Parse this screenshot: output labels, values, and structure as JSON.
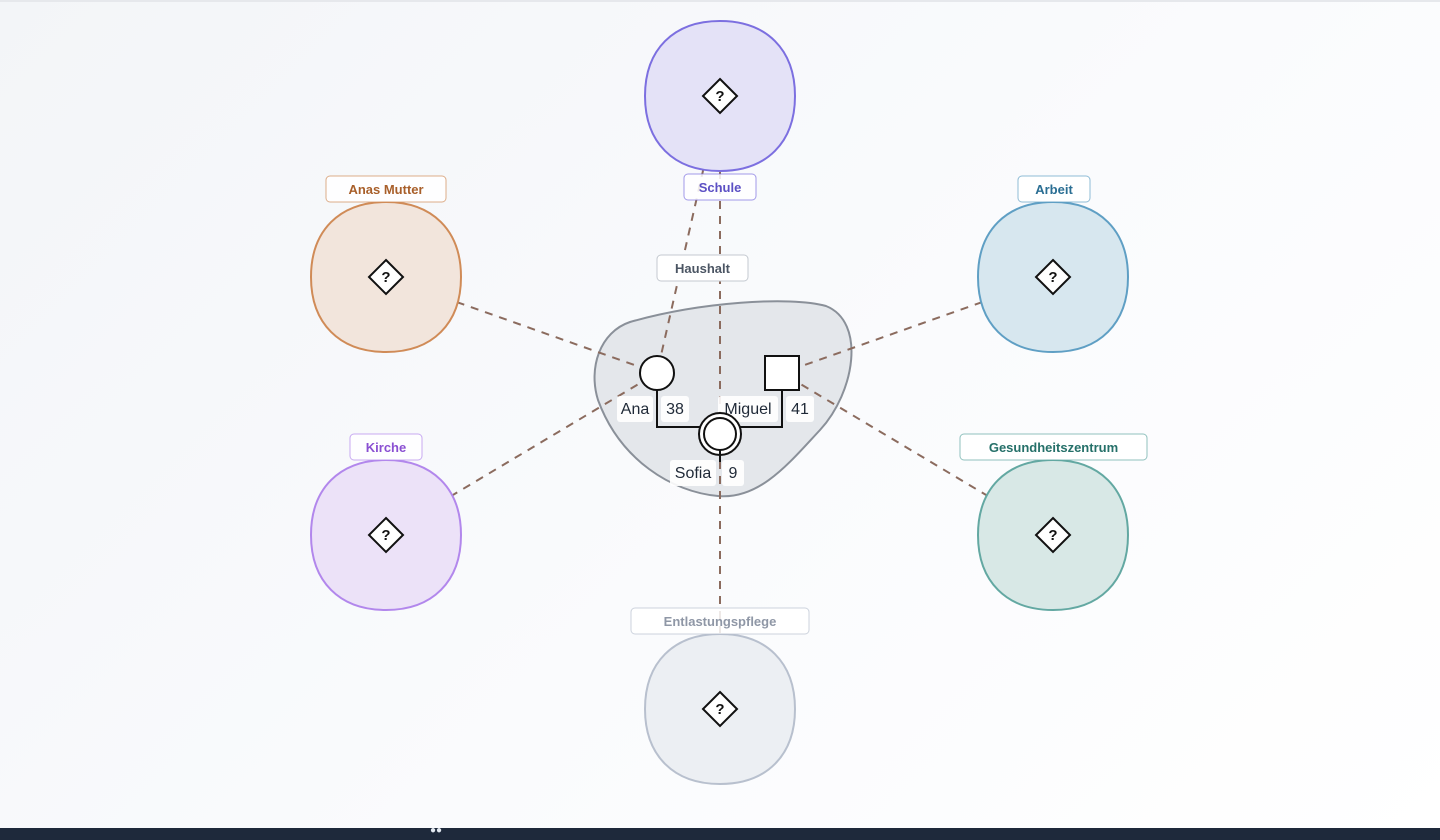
{
  "household": {
    "label": "Haushalt"
  },
  "people": [
    {
      "id": "ana",
      "name": "Ana",
      "age": "38",
      "sex": "female"
    },
    {
      "id": "miguel",
      "name": "Miguel",
      "age": "41",
      "sex": "male"
    },
    {
      "id": "sofia",
      "name": "Sofia",
      "age": "9",
      "sex": "female",
      "index_person": true
    }
  ],
  "systems": [
    {
      "id": "schule",
      "label": "Schule",
      "color": "#7c6fe0",
      "fill": "#e4e2f7",
      "text": "#5b4fc4",
      "connected_to": [
        "ana",
        "sofia"
      ]
    },
    {
      "id": "anas-mutter",
      "label": "Anas Mutter",
      "color": "#d08b57",
      "fill": "#f2e5dc",
      "text": "#a85f2a",
      "connected_to": [
        "ana"
      ]
    },
    {
      "id": "arbeit",
      "label": "Arbeit",
      "color": "#5f9fc4",
      "fill": "#d7e7ef",
      "text": "#2a6e93",
      "connected_to": [
        "miguel"
      ]
    },
    {
      "id": "kirche",
      "label": "Kirche",
      "color": "#b287ec",
      "fill": "#ece2f8",
      "text": "#8a4fd2",
      "connected_to": [
        "ana"
      ]
    },
    {
      "id": "gesundheitszentrum",
      "label": "Gesundheitszentrum",
      "color": "#63a8a2",
      "fill": "#d8e8e6",
      "text": "#257069",
      "connected_to": [
        "miguel"
      ]
    },
    {
      "id": "entlastungspflege",
      "label": "Entlastungspflege",
      "color": "#b8c0ce",
      "fill": "#eceff3",
      "text": "#8f97a6",
      "connected_to": [
        "sofia"
      ]
    }
  ],
  "unknown_symbol": "?",
  "colors": {
    "connection": "#8b6b5e",
    "household_stroke": "#8a9099",
    "household_fill": "#e4e7eb",
    "footer": "#1e293b"
  }
}
